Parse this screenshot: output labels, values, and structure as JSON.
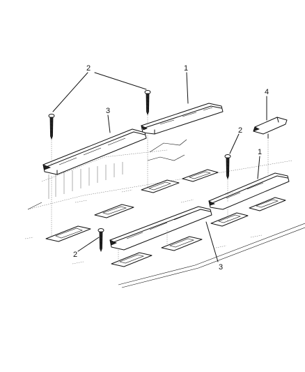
{
  "callouts": [
    {
      "id": "c2a",
      "text": "2"
    },
    {
      "id": "c1a",
      "text": "1"
    },
    {
      "id": "c3a",
      "text": "3"
    },
    {
      "id": "c4",
      "text": "4"
    },
    {
      "id": "c2b",
      "text": "2"
    },
    {
      "id": "c1b",
      "text": "1"
    },
    {
      "id": "c2c",
      "text": "2"
    },
    {
      "id": "c3b",
      "text": "3"
    }
  ]
}
